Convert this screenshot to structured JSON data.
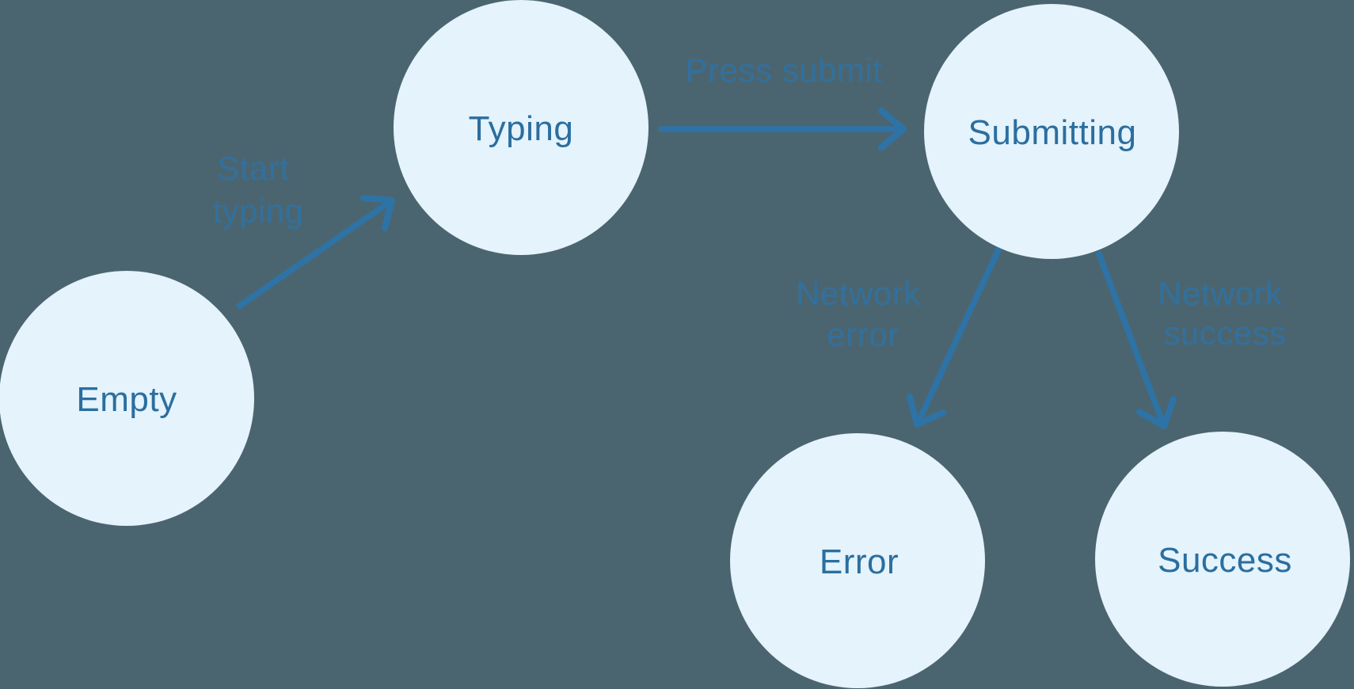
{
  "diagram": {
    "type": "state-machine",
    "nodes": {
      "empty": {
        "label": "Empty"
      },
      "typing": {
        "label": "Typing"
      },
      "submitting": {
        "label": "Submitting"
      },
      "error": {
        "label": "Error"
      },
      "success": {
        "label": "Success"
      }
    },
    "edges": {
      "start_typing": {
        "from": "empty",
        "to": "typing",
        "label_line1": "Start",
        "label_line2": "typing"
      },
      "press_submit": {
        "from": "typing",
        "to": "submitting",
        "label": "Press submit"
      },
      "network_error": {
        "from": "submitting",
        "to": "error",
        "label_line1": "Network",
        "label_line2": "error"
      },
      "network_success": {
        "from": "submitting",
        "to": "success",
        "label_line1": "Network",
        "label_line2": "success"
      }
    },
    "colors": {
      "background": "#4B6570",
      "node_fill": "#E4F3FC",
      "node_text": "#2B6E9F",
      "arrow": "#2E73A6",
      "edge_label": "#2E73A6"
    }
  }
}
